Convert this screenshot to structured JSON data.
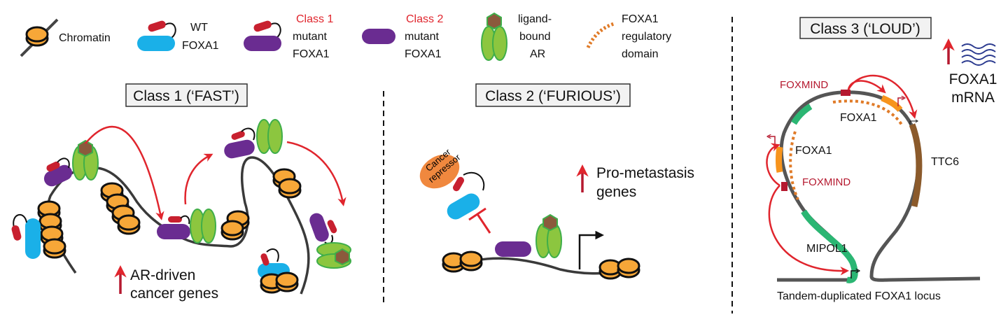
{
  "legend": {
    "chromatin": "Chromatin",
    "wt": [
      "WT",
      "FOXA1"
    ],
    "class1": [
      "Class 1",
      "mutant",
      "FOXA1"
    ],
    "class2": [
      "Class 2",
      "mutant",
      "FOXA1"
    ],
    "ar": [
      "ligand-",
      "bound",
      "AR"
    ],
    "regulatory": [
      "FOXA1",
      "regulatory",
      "domain"
    ]
  },
  "panels": {
    "class1": {
      "title": "Class 1 (‘FAST’)",
      "outcome": [
        "AR-driven",
        "cancer genes"
      ]
    },
    "class2": {
      "title": "Class 2 (‘FURIOUS’)",
      "repressor": [
        "Cancer",
        "repressor"
      ],
      "outcome": [
        "Pro-metastasis",
        "genes"
      ]
    },
    "class3": {
      "title": "Class 3 (‘LOUD’)",
      "outcome": [
        "FOXA1",
        "mRNA"
      ],
      "labels": {
        "foxmind_top": "FOXMIND",
        "foxa1_top": "FOXA1",
        "foxa1_left": "FOXA1",
        "foxmind_left": "FOXMIND",
        "ttc6": "TTC6",
        "mipol1": "MIPOL1",
        "locus": "Tandem-duplicated FOXA1 locus"
      }
    }
  },
  "colors": {
    "chromatin": "#f7a738",
    "wt_foxa1": "#1ab0e8",
    "mutant_foxa1": "#6a2c91",
    "foxa1_head": "#c8202f",
    "ar": "#8cc63f",
    "ligand": "#8b5a3c",
    "arrow": "#e0252d",
    "up_arrow": "#b5192f",
    "regulatory": "#e07b28",
    "foxa1_gene": "#f7941d",
    "mipol1_gene": "#2bb673",
    "ttc6_gene": "#8b5a2b",
    "mrna": "#2b3a8f"
  }
}
